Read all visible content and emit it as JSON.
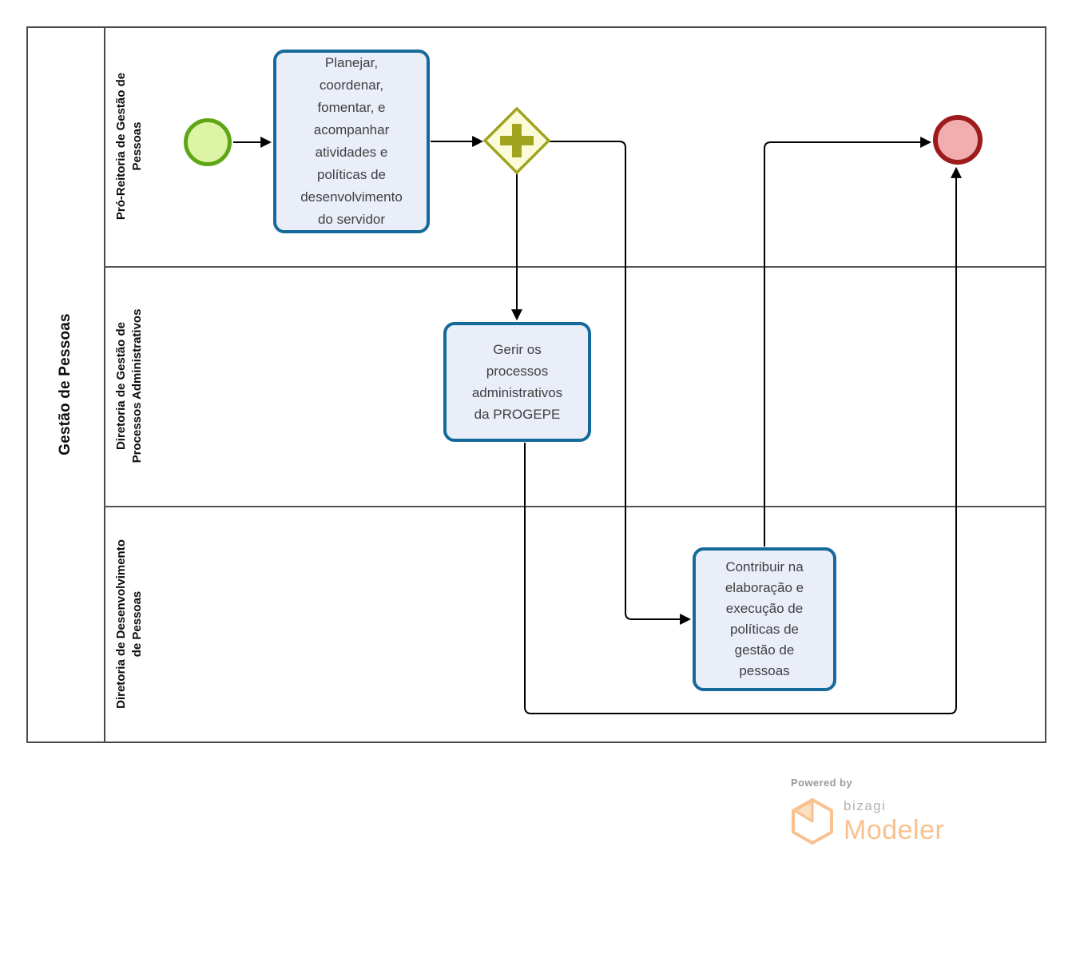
{
  "pool": {
    "label": "Gestão de Pessoas",
    "lanes": [
      {
        "label": "Pró-Reitoria de Gestão de\nPessoas"
      },
      {
        "label": "Diretoria de Gestão de\nProcessos Administrativos"
      },
      {
        "label": "Diretoria de Desenvolvimento\nde Pessoas"
      }
    ]
  },
  "nodes": {
    "start_event": {
      "type": "start-event"
    },
    "task_planejar": {
      "label": "Planejar,\ncoordenar,\nfomentar, e\nacompanhar\natividades e\npolíticas de\ndesenvolvimento\ndo servidor"
    },
    "gateway": {
      "type": "parallel-gateway"
    },
    "task_gerir": {
      "label": "Gerir os\nprocessos\nadministrativos\nda PROGEPE"
    },
    "task_contribuir": {
      "label": "Contribuir na\nelaboração e\nexecução de\npolíticas de\ngestão de\npessoas"
    },
    "end_event": {
      "type": "end-event"
    }
  },
  "colors": {
    "task_border": "#156A9B",
    "task_fill": "#EAEEF9",
    "task_text": "#404040",
    "gateway_border": "#A2A31F",
    "gateway_fill": "#FBFBD9",
    "start_border": "#5FA616",
    "start_fill": "#DDF3A5",
    "end_border": "#9E1B1B",
    "end_fill": "#F2AEAE",
    "flow_line": "#000000",
    "pool_border": "#4A4A4A",
    "logo_orange": "#F8C18F",
    "logo_gray": "#B3B3B3"
  },
  "footer": {
    "powered_by": "Powered by",
    "brand": "bizagi",
    "product": "Modeler"
  }
}
